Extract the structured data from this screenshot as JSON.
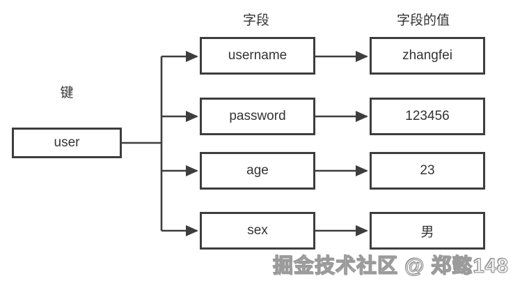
{
  "diagram": {
    "key_label": "键",
    "field_header": "字段",
    "value_header": "字段的值",
    "key": "user",
    "rows": [
      {
        "field": "username",
        "value": "zhangfei"
      },
      {
        "field": "password",
        "value": "123456"
      },
      {
        "field": "age",
        "value": "23"
      },
      {
        "field": "sex",
        "value": "男"
      }
    ]
  },
  "watermark": "掘金技术社区 @ 郑懿148",
  "colors": {
    "line": "#3d3d3d",
    "text": "#333333",
    "background": "#ffffff",
    "watermark_outline": "#9b9b9b"
  }
}
